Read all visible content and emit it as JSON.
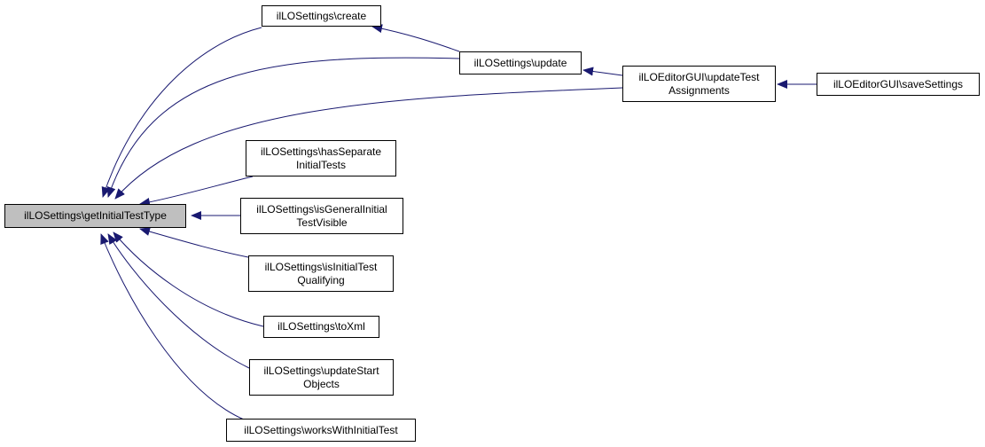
{
  "graph": {
    "colors": {
      "edge": "#191970",
      "node_border": "#000000",
      "root_fill": "#bfbfbf",
      "node_fill": "#ffffff"
    },
    "nodes": {
      "root": {
        "lines": [
          "ilLOSettings\\getInitialTestType"
        ]
      },
      "create": {
        "lines": [
          "ilLOSettings\\create"
        ]
      },
      "update": {
        "lines": [
          "ilLOSettings\\update"
        ]
      },
      "editor_update": {
        "lines": [
          "ilLOEditorGUI\\updateTest",
          "Assignments"
        ]
      },
      "save_settings": {
        "lines": [
          "ilLOEditorGUI\\saveSettings"
        ]
      },
      "has_separate": {
        "lines": [
          "ilLOSettings\\hasSeparate",
          "InitialTests"
        ]
      },
      "is_general": {
        "lines": [
          "ilLOSettings\\isGeneralInitial",
          "TestVisible"
        ]
      },
      "is_initial": {
        "lines": [
          "ilLOSettings\\isInitialTest",
          "Qualifying"
        ]
      },
      "to_xml": {
        "lines": [
          "ilLOSettings\\toXml"
        ]
      },
      "update_start": {
        "lines": [
          "ilLOSettings\\updateStart",
          "Objects"
        ]
      },
      "works_with": {
        "lines": [
          "ilLOSettings\\worksWithInitialTest"
        ]
      }
    }
  }
}
